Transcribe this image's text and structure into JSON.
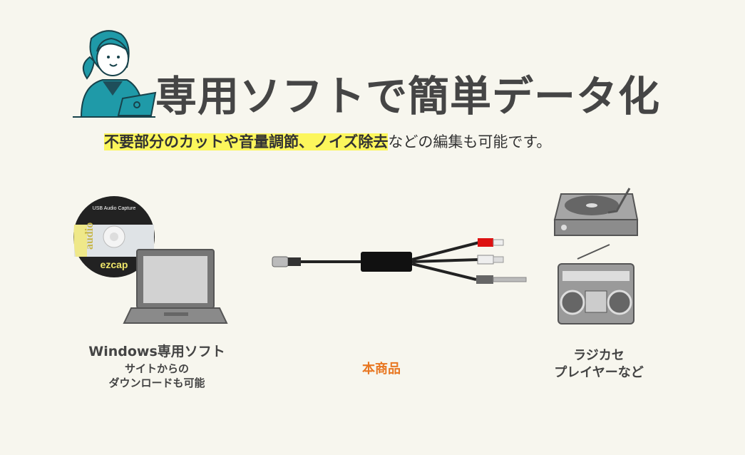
{
  "title": "専用ソフトで簡単データ化",
  "subtitle": {
    "highlight": "不要部分のカットや音量調節、ノイズ除去",
    "rest": "などの編集も可能です。"
  },
  "disc": {
    "label_top": "USB Audio Capture",
    "label_side": "audio",
    "brand": "ezcap"
  },
  "captions": {
    "left": [
      "Windows専用ソフト",
      "サイトからの",
      "ダウンロードも可能"
    ],
    "middle": "本商品",
    "right": [
      "ラジカセ",
      "プレイヤーなど"
    ]
  },
  "colors": {
    "background": "#f7f6ee",
    "highlight": "#fcf65c",
    "accent": "#e87722",
    "teal": "#1f9aa8"
  }
}
